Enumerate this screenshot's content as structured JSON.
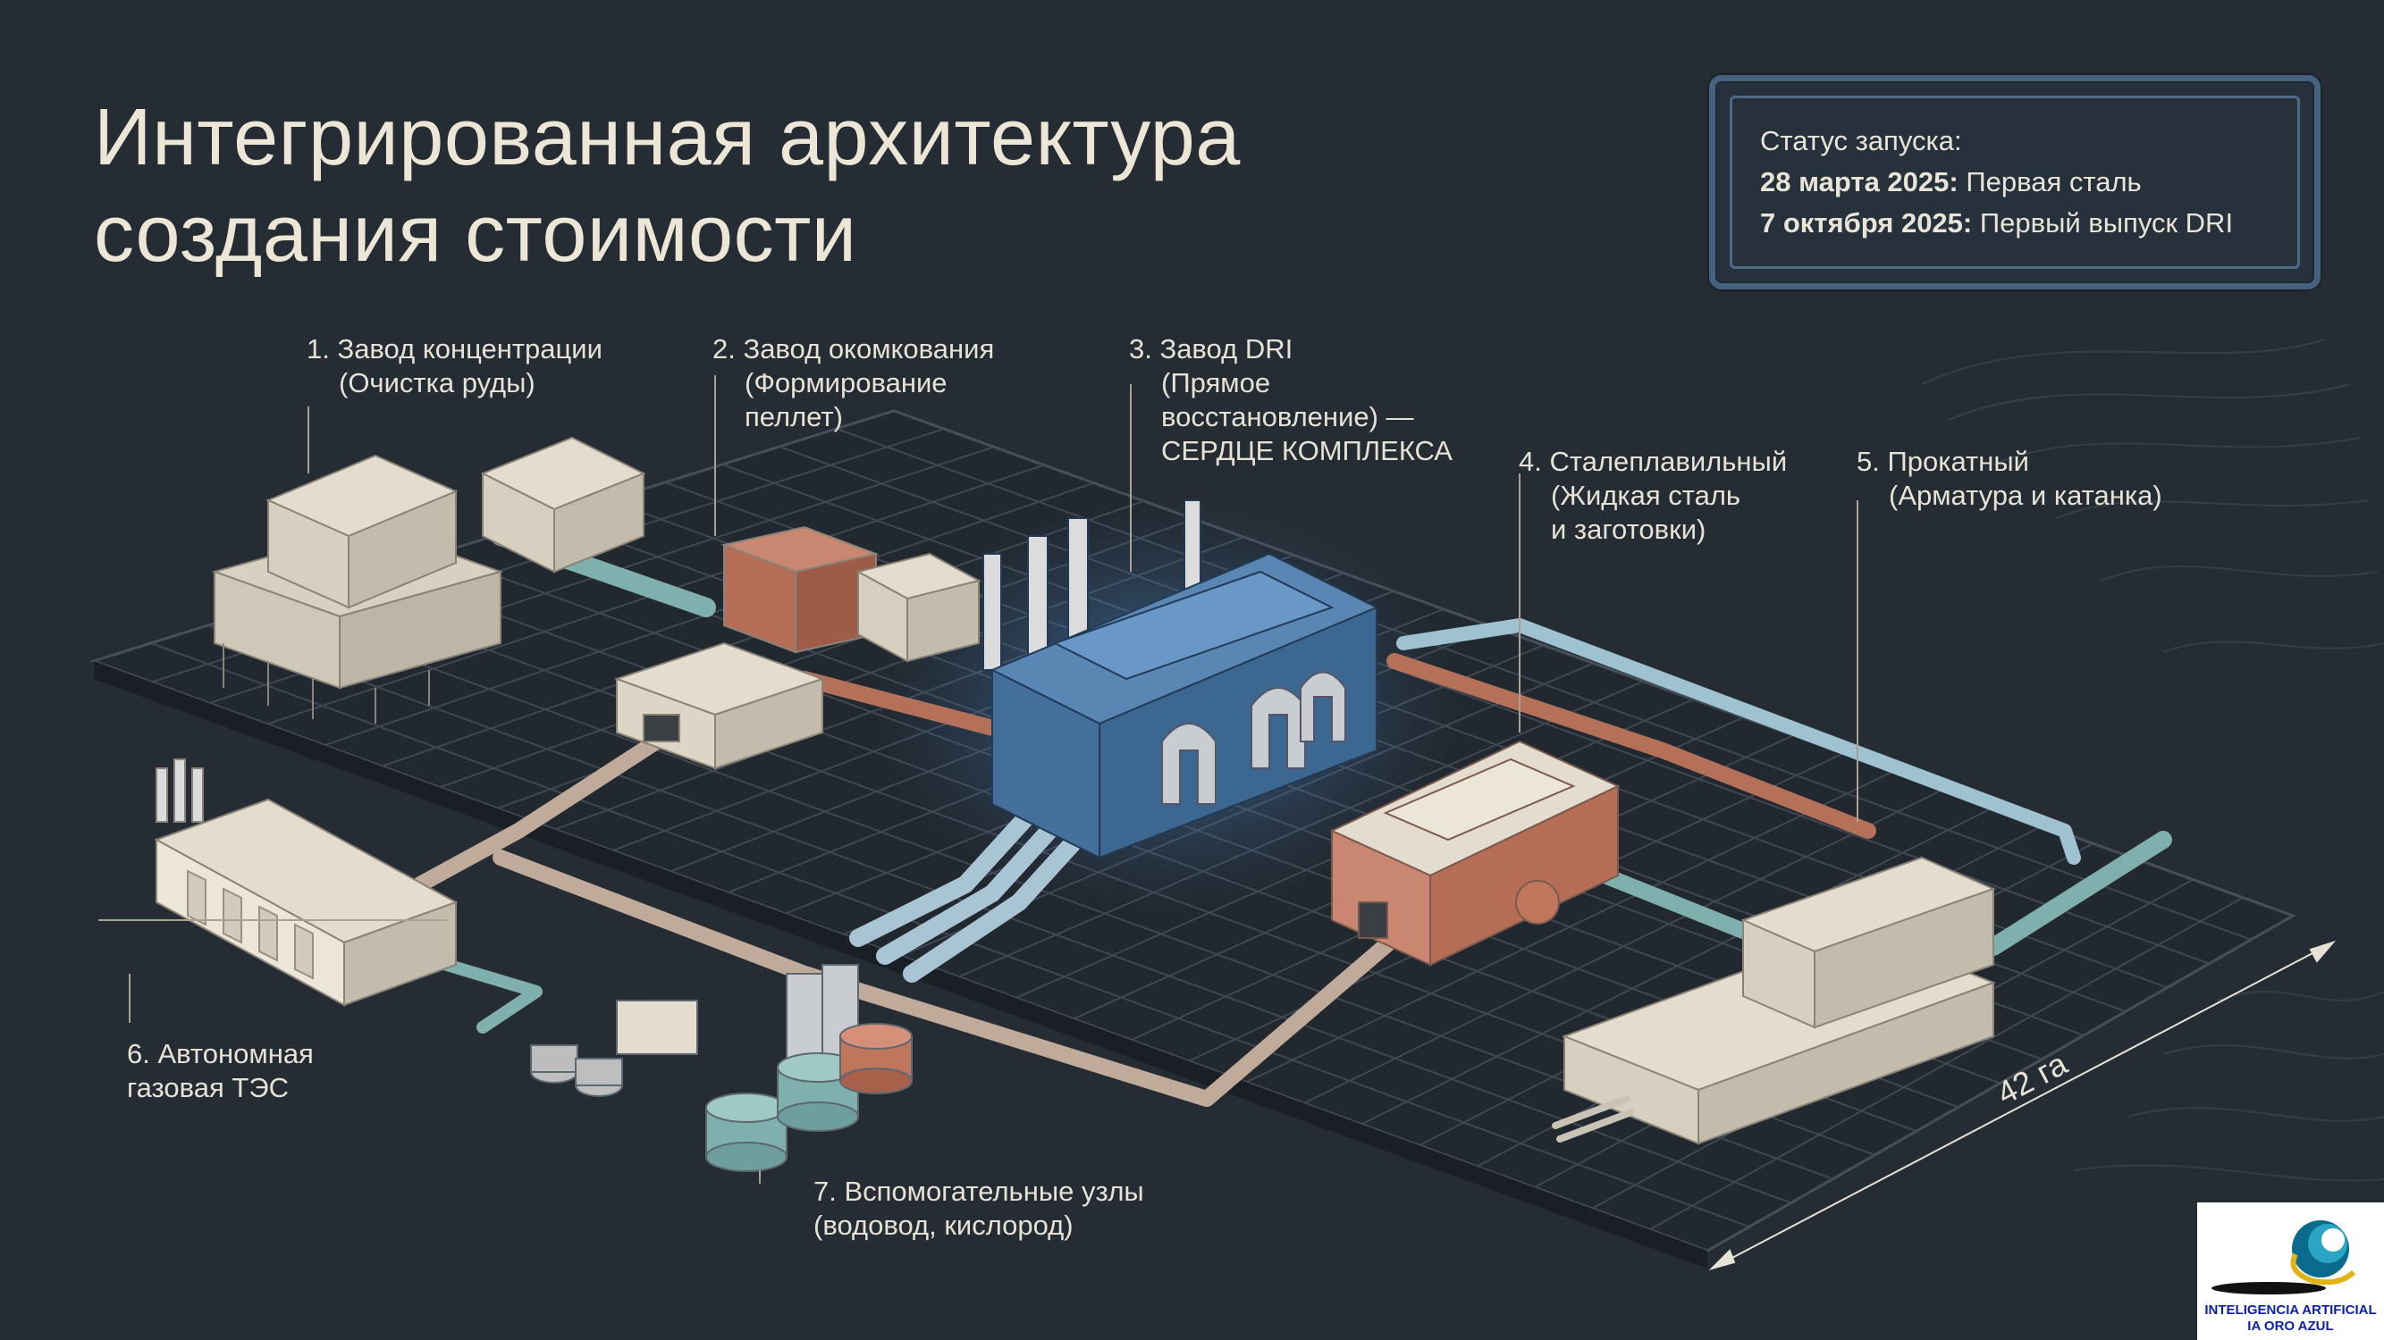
{
  "title": {
    "line1": "Интегрированная архитектура",
    "line2": "создания стоимости"
  },
  "status": {
    "heading": "Статус запуска:",
    "items": [
      {
        "date": "28 марта 2025:",
        "text": " Первая сталь"
      },
      {
        "date": "7 октября 2025:",
        "text": " Первый выпуск DRI"
      }
    ]
  },
  "facilities": [
    {
      "lines": [
        "1. Завод концентрации",
        "(Очистка руды)"
      ]
    },
    {
      "lines": [
        "2. Завод окомкования",
        "(Формирование",
        "пеллет)"
      ]
    },
    {
      "lines": [
        "3. Завод DRI",
        "(Прямое",
        "восстановление) —",
        "СЕРДЦЕ КОМПЛЕКСА"
      ]
    },
    {
      "lines": [
        "4. Сталеплавильный",
        "(Жидкая сталь",
        "и заготовки)"
      ]
    },
    {
      "lines": [
        "5. Прокатный",
        "(Арматура и катанка)"
      ]
    },
    {
      "lines": [
        "6. Автономная",
        "газовая ТЭС"
      ]
    },
    {
      "lines": [
        "7. Вспомогательные узлы",
        "(водовод, кислород)"
      ]
    }
  ],
  "area_label": "42 га",
  "logo": {
    "line1": "INTELIGENCIA ARTIFICIAL",
    "line2": "IA ORO AZUL"
  },
  "colors": {
    "background": "#262c33",
    "grid": "#3f4852",
    "building_cream": "#e4ddcf",
    "building_brick": "#b56d56",
    "dri_blue": "#3c6791",
    "dri_glow": "#6fb4ff",
    "pipe_teal": "#7fb0ad",
    "pipe_rust": "#b5705a",
    "pipe_beige": "#c0ab9b",
    "pipe_blue": "#9fc2d0",
    "text": "#e7e2d6",
    "logo_blue": "#0b1fa8"
  }
}
